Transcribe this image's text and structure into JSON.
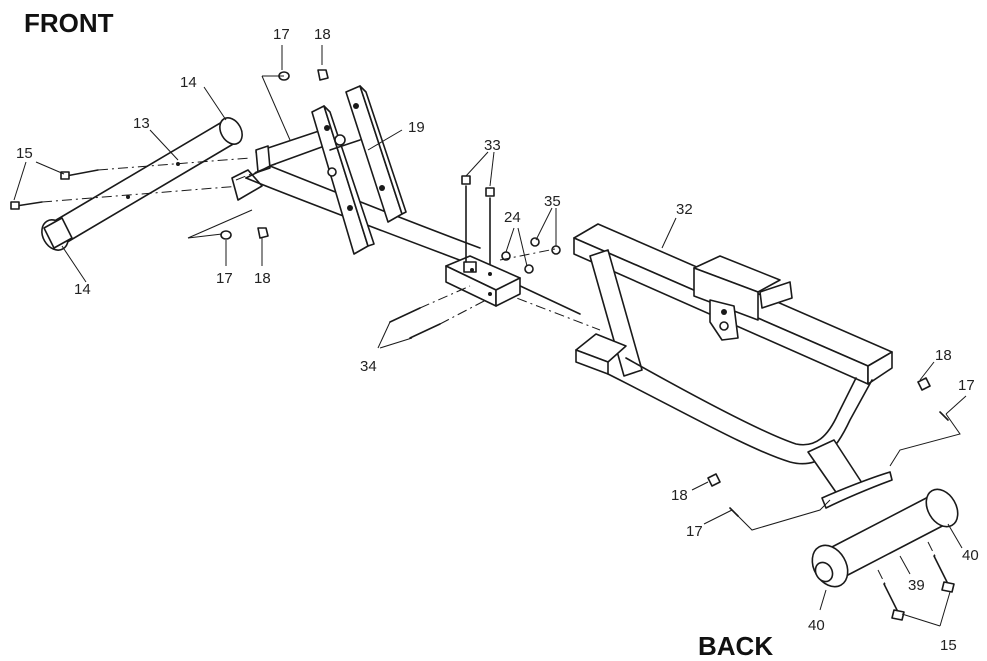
{
  "headings": {
    "front": "FRONT",
    "back": "BACK"
  },
  "labels": {
    "l13": "13",
    "l14a": "14",
    "l14b": "14",
    "l15a": "15",
    "l15b": "15",
    "l17a": "17",
    "l17b": "17",
    "l17c": "17",
    "l17d": "17",
    "l18a": "18",
    "l18b": "18",
    "l18c": "18",
    "l18d": "18",
    "l19": "19",
    "l24": "24",
    "l32": "32",
    "l33": "33",
    "l34": "34",
    "l35": "35",
    "l39": "39",
    "l40a": "40",
    "l40b": "40"
  }
}
